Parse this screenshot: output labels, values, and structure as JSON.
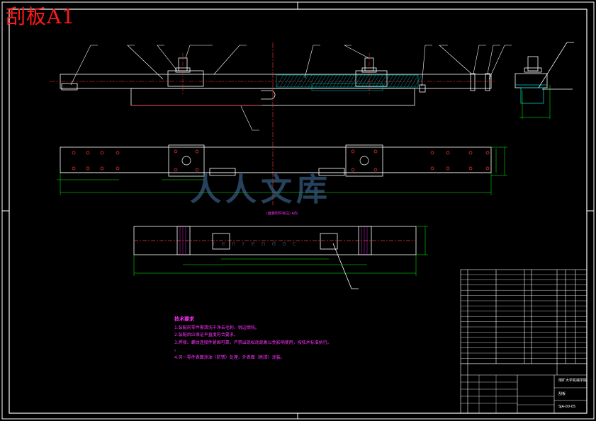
{
  "title": "刮板A1",
  "section_label": "(面板附件标注) A向",
  "tech_requirements": {
    "heading": "技术要求",
    "lines": [
      "1.装配前零件需清洗干净去毛刺、锐边倒钝。",
      "2.装配后应保证平直度符合要求。",
      "3.焊接、螺纹连接件紧固可靠，严禁出现松动现象以免影响使用，按技术标准执行。",
      "。",
      "4.另一零件表面涂油（防锈）处理，外表面（刷漆）涂装。"
    ]
  },
  "title_block": {
    "school": "煤矿大学机械学院",
    "name": "刮板",
    "drawing_no": "SJA-00-05"
  },
  "watermark": {
    "text": "人人文库",
    "sub": "renrendoc"
  },
  "colors": {
    "background": "#000000",
    "outline": "#ffffff",
    "dimension": "#00ff00",
    "center": "#ff3333",
    "hatch": "#00cccc",
    "note": "#ff33ff",
    "hidden": "#ffff00"
  }
}
